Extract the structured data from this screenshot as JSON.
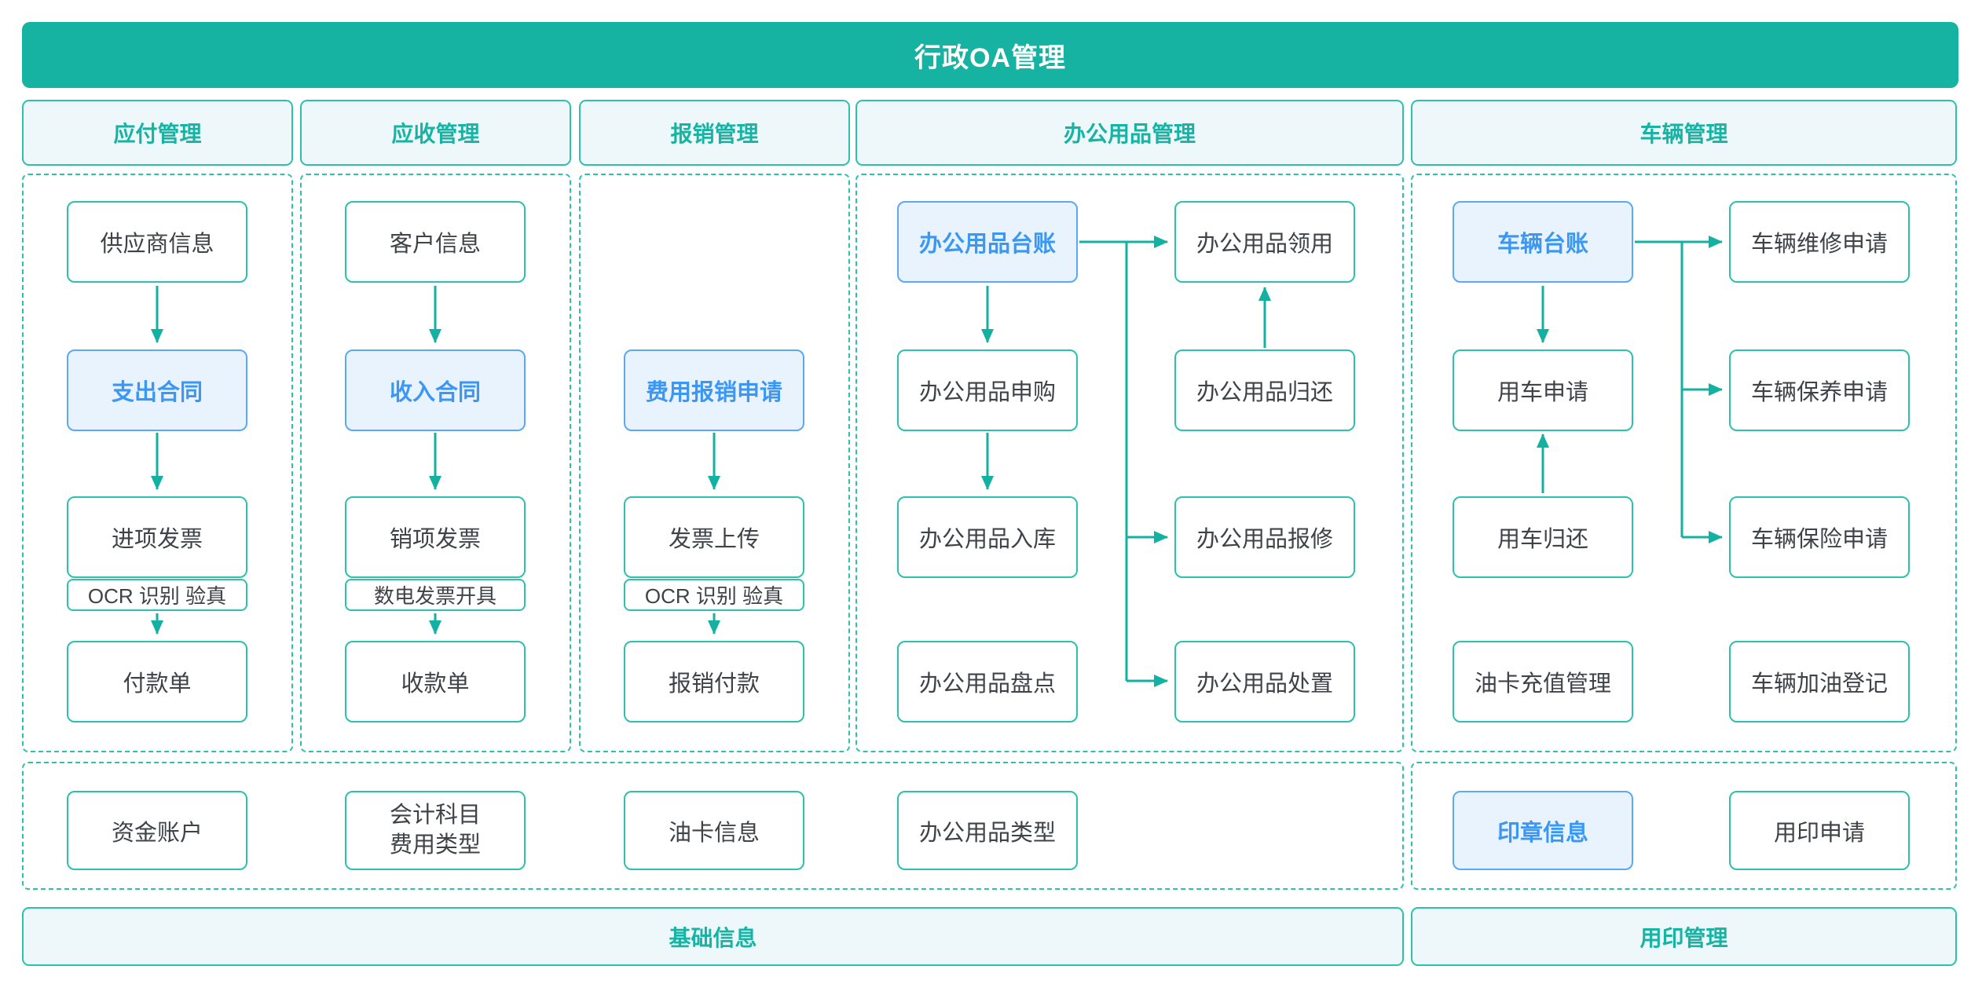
{
  "title": "行政OA管理",
  "headers": {
    "payable": "应付管理",
    "receivable": "应收管理",
    "reimburse": "报销管理",
    "office": "办公用品管理",
    "vehicle": "车辆管理"
  },
  "payable": {
    "supplier": "供应商信息",
    "contract": "支出合同",
    "invoice": "进项发票",
    "ocr": "OCR 识别 验真",
    "payment": "付款单"
  },
  "receivable": {
    "customer": "客户信息",
    "contract": "收入合同",
    "invoice": "销项发票",
    "einvoice": "数电发票开具",
    "receipt": "收款单"
  },
  "reimburse": {
    "apply": "费用报销申请",
    "upload": "发票上传",
    "ocr": "OCR 识别 验真",
    "payment": "报销付款"
  },
  "office": {
    "ledger": "办公用品台账",
    "purchase": "办公用品申购",
    "inbound": "办公用品入库",
    "inventory": "办公用品盘点",
    "collect": "办公用品领用",
    "giveback": "办公用品归还",
    "repair": "办公用品报修",
    "dispose": "办公用品处置"
  },
  "vehicle": {
    "ledger": "车辆台账",
    "use_apply": "用车申请",
    "use_return": "用车归还",
    "fuel_card": "油卡充值管理",
    "repair": "车辆维修申请",
    "maintain": "车辆保养申请",
    "insurance": "车辆保险申请",
    "refuel": "车辆加油登记"
  },
  "basic": {
    "bar": "基础信息",
    "fund_account": "资金账户",
    "subject_line1": "会计科目",
    "subject_line2": "费用类型",
    "fuel_info": "油卡信息",
    "office_type": "办公用品类型"
  },
  "seal": {
    "bar": "用印管理",
    "info": "印章信息",
    "apply": "用印申请"
  },
  "colors": {
    "teal": "#16b2a2",
    "teal_border": "#2dc0ad",
    "panel_bg": "#eef8fa",
    "blue_border": "#5aa8f6",
    "blue_bg": "#e8f3fe",
    "blue_text": "#3b97f4",
    "box_text": "#3f4347",
    "background": "#ffffff"
  }
}
